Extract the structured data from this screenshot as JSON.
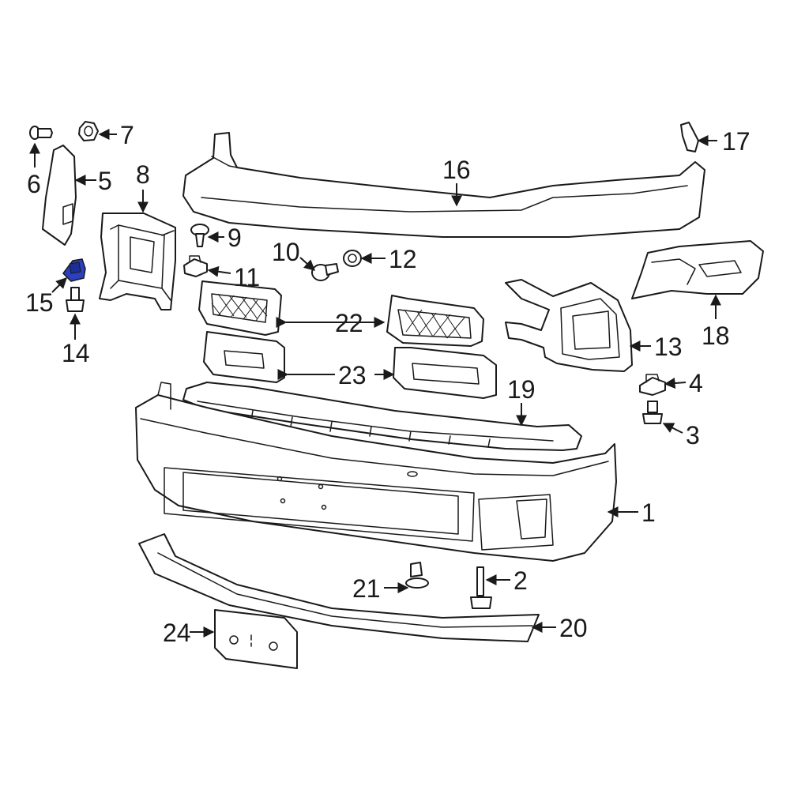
{
  "callouts": {
    "c1": "1",
    "c2": "2",
    "c3": "3",
    "c4": "4",
    "c5": "5",
    "c6": "6",
    "c7": "7",
    "c8": "8",
    "c9": "9",
    "c10": "10",
    "c11": "11",
    "c12": "12",
    "c13": "13",
    "c14": "14",
    "c15": "15",
    "c16": "16",
    "c17": "17",
    "c18": "18",
    "c19": "19",
    "c20": "20",
    "c21": "21",
    "c22": "22",
    "c23": "23",
    "c24": "24"
  },
  "colors": {
    "line": "#1a1a1a",
    "highlight": "#2b3fbf",
    "background": "#ffffff"
  },
  "highlighted_part": "15"
}
